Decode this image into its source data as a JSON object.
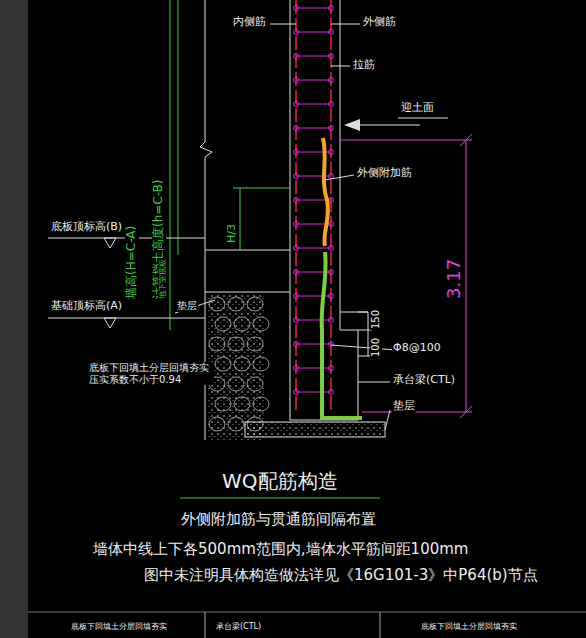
{
  "diagram": {
    "title": "WQ配筋构造",
    "labels": [
      "内侧筋",
      "外侧筋",
      "拉筋",
      "迎土面",
      "外侧附加筋",
      "墙高(H=C-A)",
      "计算挡土高度(h=C-B)",
      "H/3",
      "底板顶标高(B)",
      "地下室底板",
      "垫层",
      "基础顶标高(A)",
      "3.17",
      "150",
      "100",
      "Φ8@100",
      "承台梁(CTL)",
      "垫层",
      "底板下回填土分层回填夯实 压实系数不小于0.94",
      "外侧附加筋与贯通筋间隔布置",
      "墙体中线上下各500mm范围内,墙体水平筋间距100mm",
      "图中未注明具体构造做法详见《16G101-3》中P64(b)节点",
      "底板下回填土分层回填夯实",
      "承台梁(CTL)",
      "底板下回填土分层回填夯实"
    ]
  }
}
